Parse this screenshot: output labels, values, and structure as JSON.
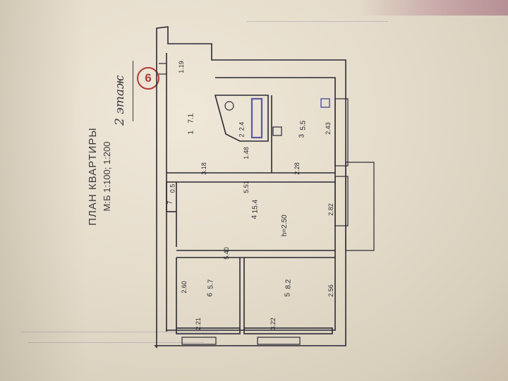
{
  "document": {
    "title": "ПЛАН КВАРТИРЫ",
    "scale": "М:Б 1:100; 1:200",
    "floor_note": "2 этаж",
    "apartment_number": "6"
  },
  "rooms": [
    {
      "number": "1",
      "area": "7.1"
    },
    {
      "number": "2",
      "area": "2.4"
    },
    {
      "number": "3",
      "area": "5.5"
    },
    {
      "number": "4",
      "area": "15.4"
    },
    {
      "number": "5",
      "area": "8.2"
    },
    {
      "number": "6",
      "area": "5.7"
    },
    {
      "number": "7",
      "area": "0.5"
    }
  ],
  "dimensions": {
    "top_left": "1.19",
    "hall_bottom": "1.48",
    "hall_side": "3.18",
    "room3_side": "2.28",
    "room3_end": "2.43",
    "room4_length": "5.51",
    "room4_width": "2.82",
    "room4_bottom": "5.40",
    "room6_width": "2.60",
    "room6_end": "2.21",
    "room5_width": "2.56",
    "room5_end": "3.22"
  },
  "ceiling_height": "h=2.50",
  "colors": {
    "paper": "#e8dfcf",
    "ink": "#2a2a35",
    "marker": "#b33a3a",
    "bath": "#5a5aa0"
  }
}
